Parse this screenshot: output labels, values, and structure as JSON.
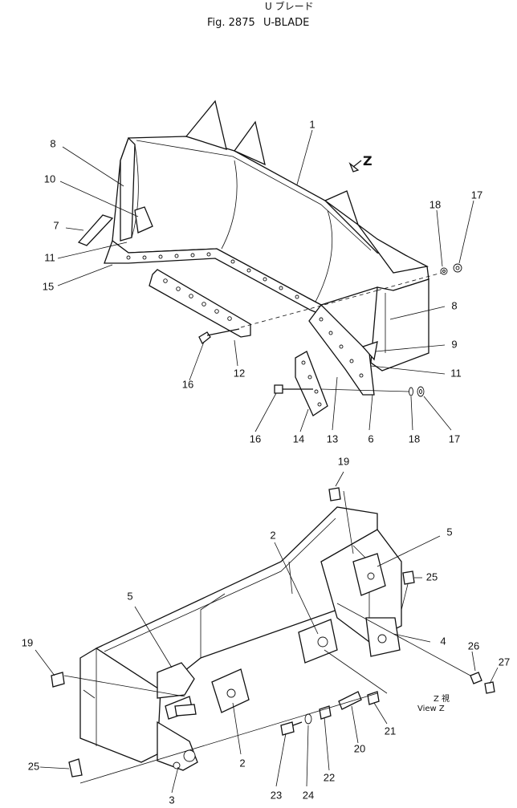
{
  "header": {
    "title_jp": "U ブレード",
    "fig_label": "Fig. 2875",
    "fig_title": "U-BLADE"
  },
  "view_arrow": {
    "label": "Z"
  },
  "view_note": {
    "line1": "Z 視",
    "line2": "View  Z"
  },
  "callouts": [
    "1",
    "2",
    "2",
    "3",
    "4",
    "5",
    "5",
    "6",
    "7",
    "8",
    "8",
    "9",
    "10",
    "11",
    "11",
    "12",
    "13",
    "14",
    "15",
    "16",
    "16",
    "17",
    "17",
    "18",
    "18",
    "19",
    "19",
    "20",
    "21",
    "22",
    "23",
    "24",
    "25",
    "25",
    "26",
    "27"
  ]
}
